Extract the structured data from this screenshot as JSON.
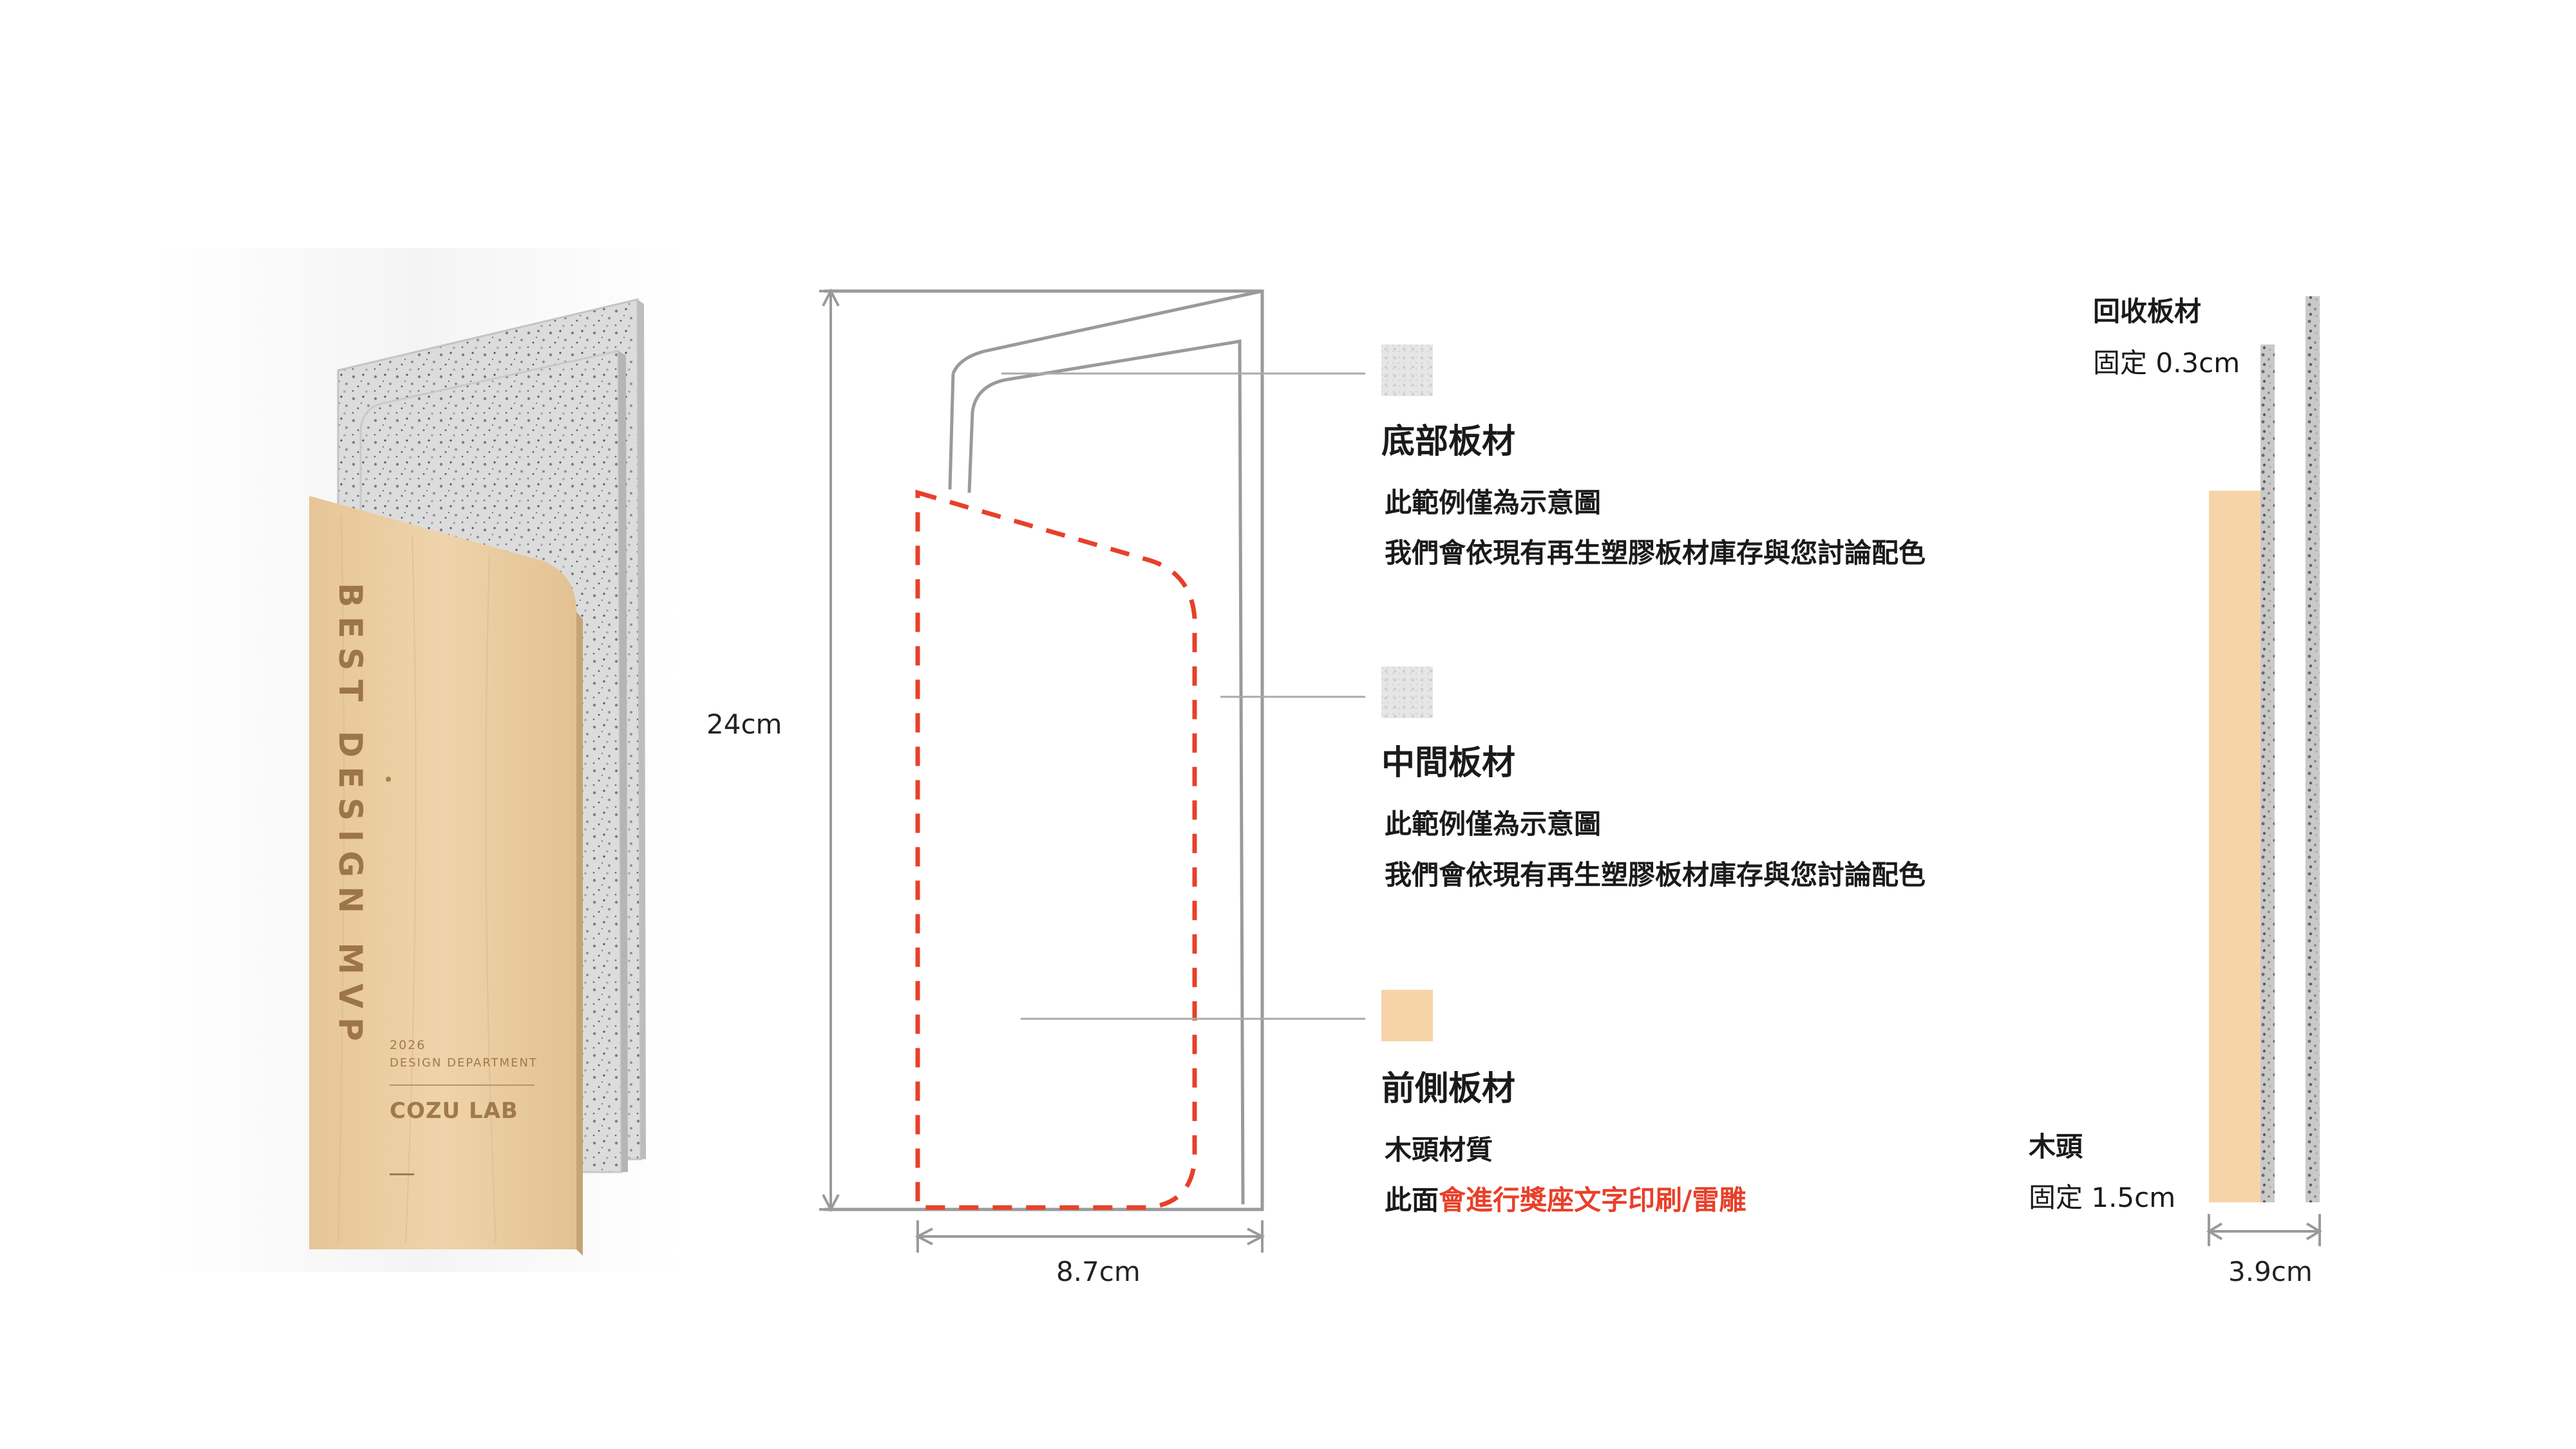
{
  "product": {
    "engraving_title": "BEST DESIGN MVP",
    "engraving_year": "2026",
    "engraving_department": "DESIGN DEPARTMENT",
    "engraving_brand": "COZU LAB",
    "colors": {
      "wood": "#e9c99e",
      "recycled_board": "#d8d8d8",
      "accent": "#e8402a"
    }
  },
  "dimensions": {
    "height": "24cm",
    "width": "8.7cm",
    "depth": "3.9cm"
  },
  "legend": [
    {
      "title": "底部板材",
      "line1": "此範例僅為示意圖",
      "line2": "我們會依現有再生塑膠板材庫存與您討論配色",
      "swatch": "grey"
    },
    {
      "title": "中間板材",
      "line1": "此範例僅為示意圖",
      "line2": "我們會依現有再生塑膠板材庫存與您討論配色",
      "swatch": "grey"
    },
    {
      "title": "前側板材",
      "line1": "木頭材質",
      "line2_prefix": "此面",
      "line2_highlight": "會進行獎座文字印刷/雷雕",
      "swatch": "wood"
    }
  ],
  "side_view": {
    "recycled_label": "回收板材",
    "recycled_thickness": "固定 0.3cm",
    "wood_label": "木頭",
    "wood_thickness": "固定 1.5cm"
  }
}
